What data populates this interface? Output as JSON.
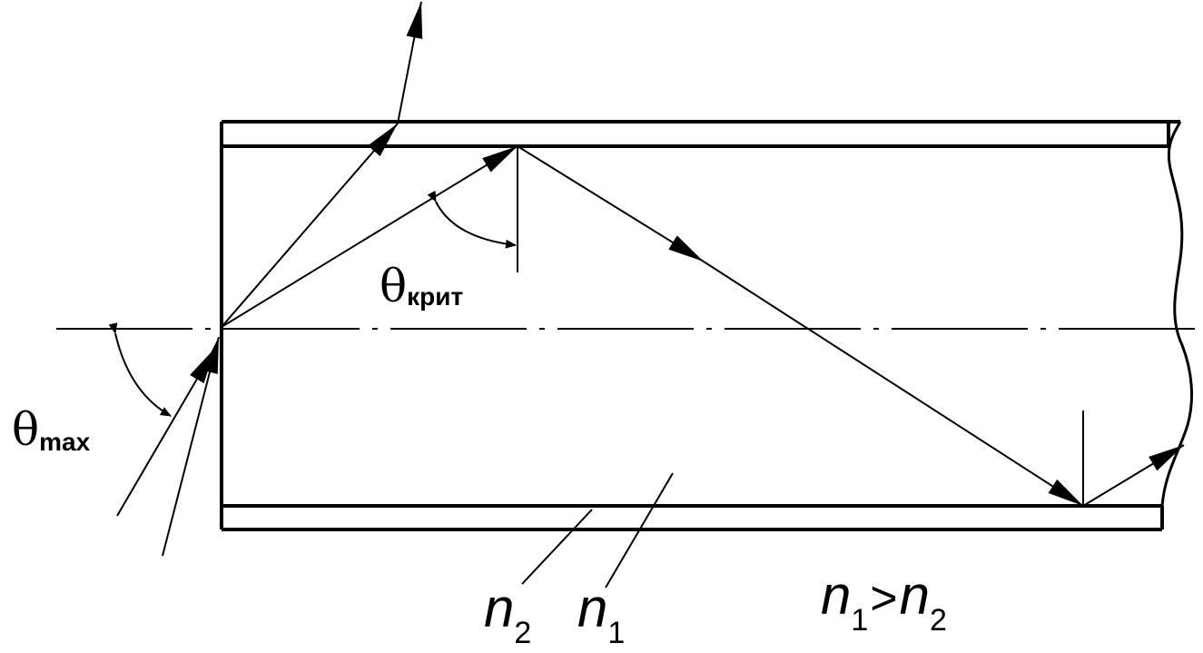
{
  "labels": {
    "theta_crit": {
      "symbol": "θ",
      "sub": "крит"
    },
    "theta_max": {
      "symbol": "θ",
      "sub": "max"
    },
    "n2": {
      "letter": "n",
      "sub": "2"
    },
    "n1": {
      "letter": "n",
      "sub": "1"
    },
    "relation": {
      "left_letter": "n",
      "left_sub": "1",
      "op": ">",
      "right_letter": "n",
      "right_sub": "2"
    }
  },
  "colors": {
    "ink": "#000000",
    "background": "#ffffff"
  }
}
